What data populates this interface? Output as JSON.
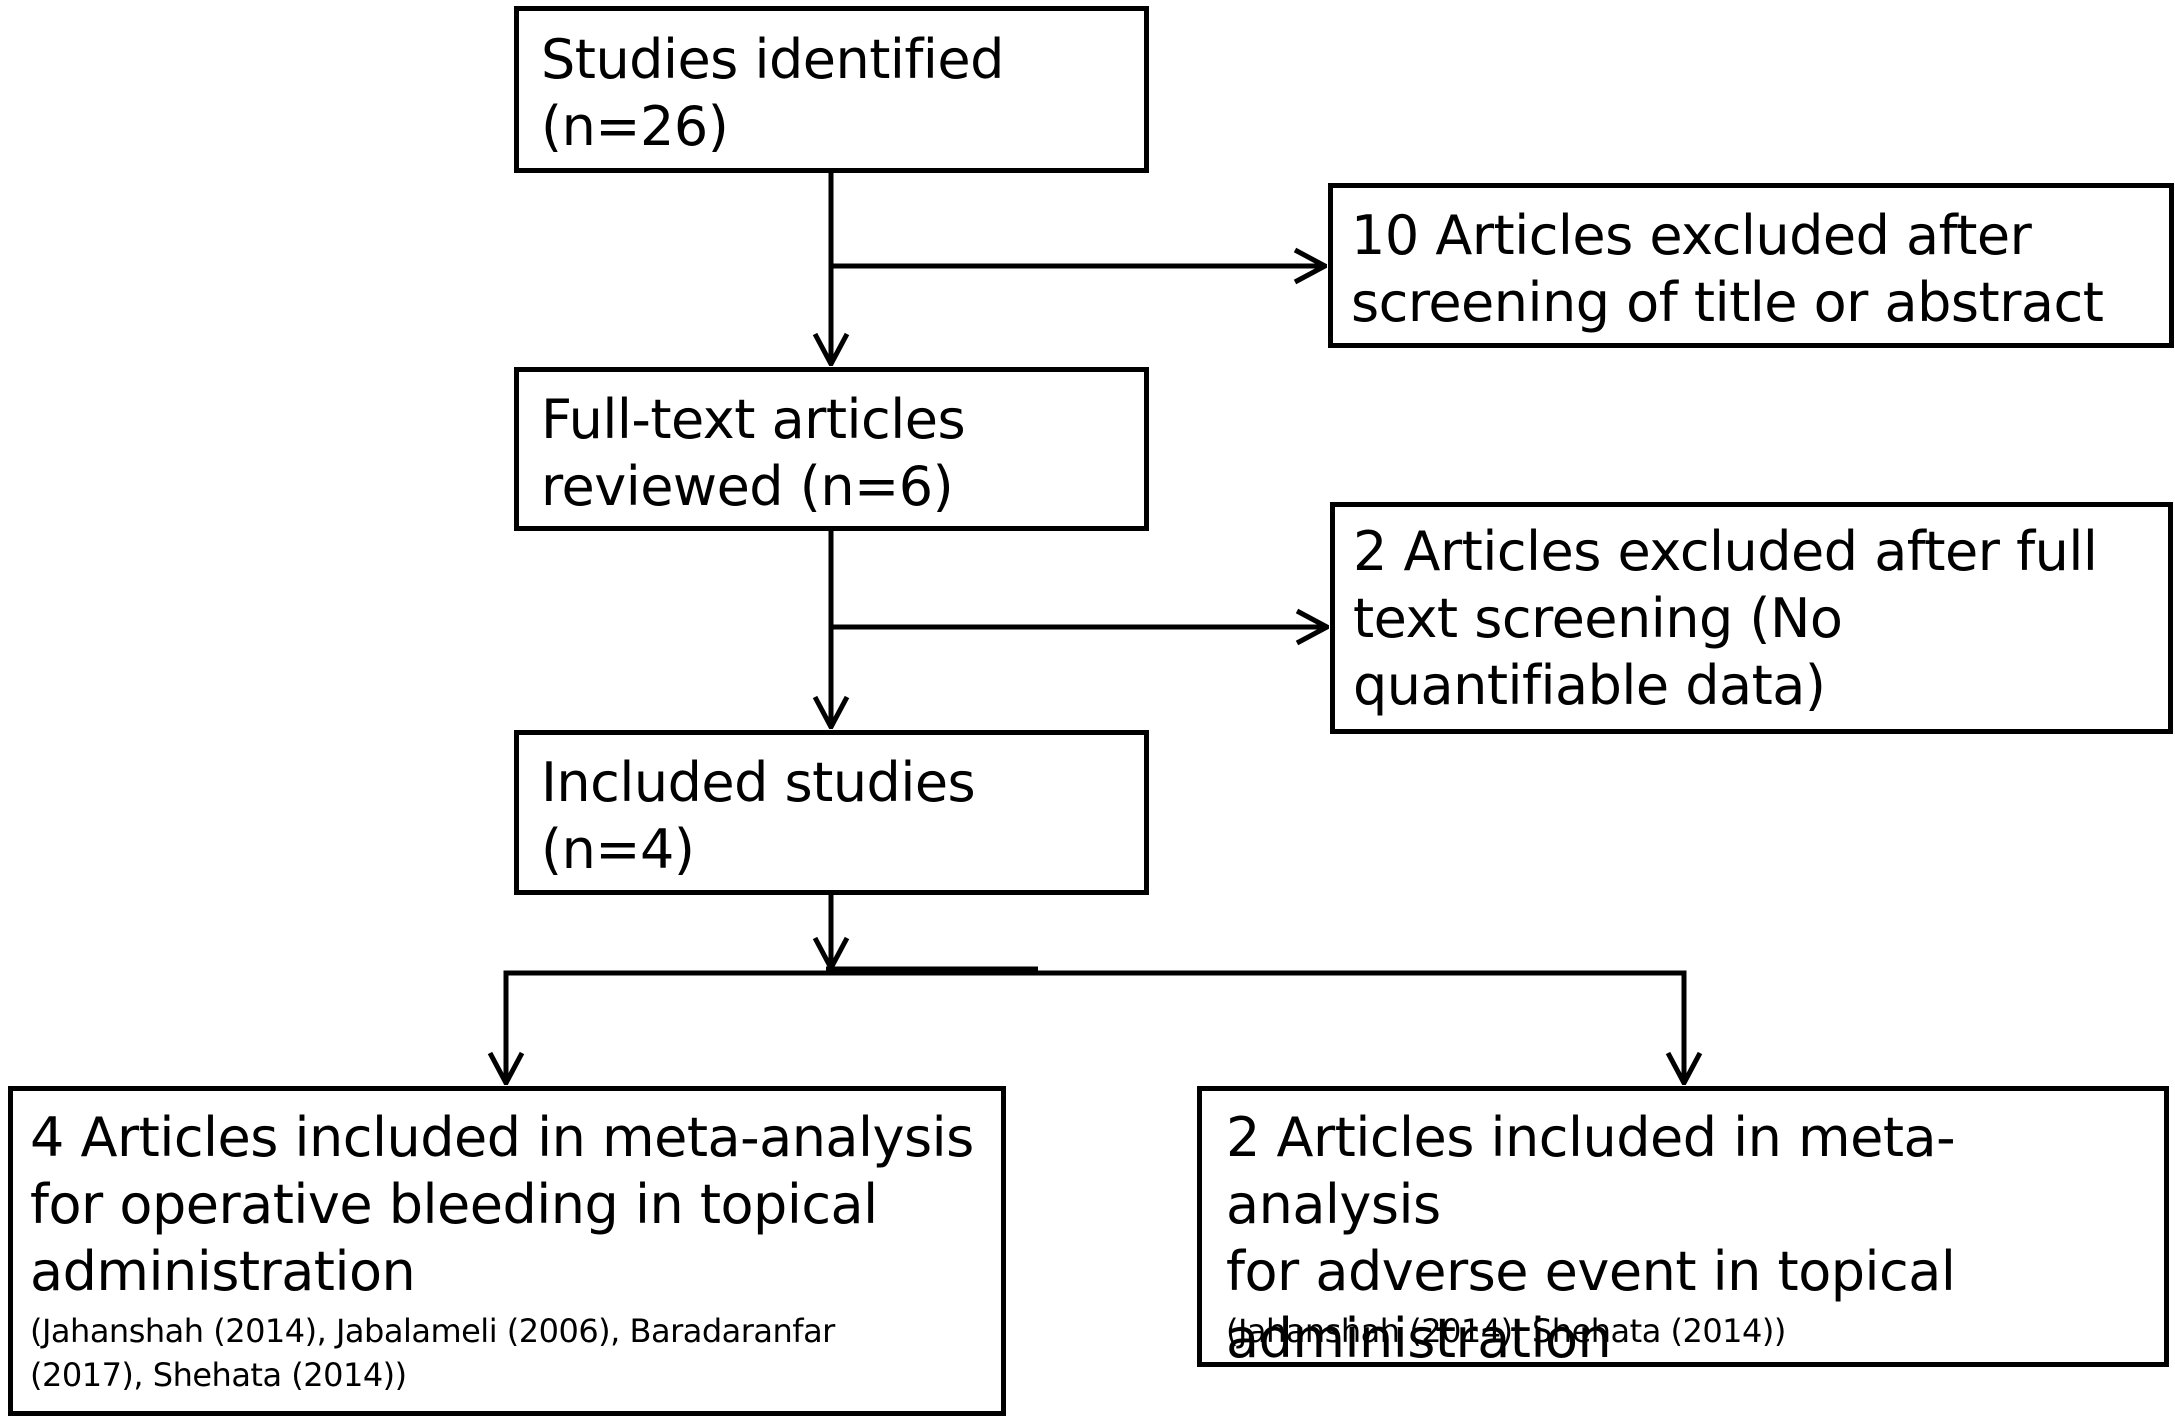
{
  "flowchart": {
    "identified": {
      "text": "Studies identified\n(n=26)"
    },
    "excluded_screening": {
      "text": "10 Articles excluded after\nscreening of title or abstract"
    },
    "fulltext": {
      "text": "Full-text articles\nreviewed (n=6)"
    },
    "excluded_fulltext": {
      "text": "2 Articles excluded after full\ntext screening (No\nquantifiable data)"
    },
    "included": {
      "text": "Included studies\n(n=4)"
    },
    "bleeding": {
      "text": "4 Articles included in meta-analysis\nfor operative bleeding in topical\nadministration",
      "note": "(Jahanshah (2014), Jabalameli (2006), Baradaranfar\n(2017), Shehata (2014))"
    },
    "adverse": {
      "text": "2 Articles included in meta-analysis\nfor adverse event in topical\nadministration",
      "note": "(Jahanshah (2014), Shehata (2014))"
    }
  },
  "colors": {
    "line": "#000000",
    "background": "#ffffff"
  }
}
